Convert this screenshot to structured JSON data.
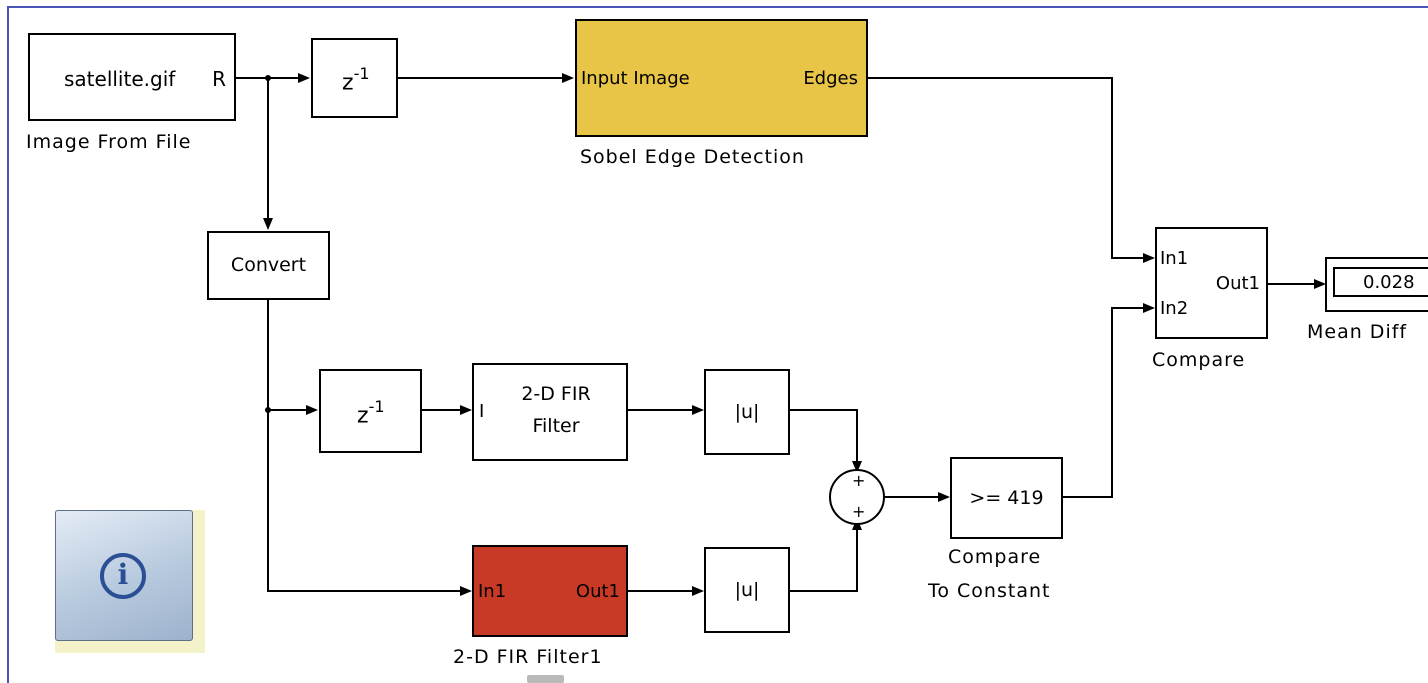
{
  "blocks": {
    "image_from_file": {
      "label": "satellite.gif",
      "port_out": "R",
      "caption": "Image From File"
    },
    "delay_top": {
      "label_z": "z",
      "label_exp": "-1"
    },
    "sobel": {
      "port_in": "Input Image",
      "port_out": "Edges",
      "caption": "Sobel Edge Detection",
      "color": "#e8c547"
    },
    "convert": {
      "label": "Convert"
    },
    "delay_mid": {
      "label_z": "z",
      "label_exp": "-1"
    },
    "fir_filter": {
      "port_in": "I",
      "line1": "2-D FIR",
      "line2": "Filter"
    },
    "fir_filter1": {
      "port_in": "In1",
      "port_out": "Out1",
      "caption": "2-D FIR Filter1",
      "color": "#c83a26"
    },
    "abs_top": {
      "label": "|u|"
    },
    "abs_bottom": {
      "label": "|u|"
    },
    "sum": {
      "sign1": "+",
      "sign2": "+"
    },
    "compare_const": {
      "label": ">= 419",
      "caption_line1": "Compare",
      "caption_line2": "To Constant"
    },
    "compare": {
      "port_in1": "In1",
      "port_in2": "In2",
      "port_out": "Out1",
      "caption": "Compare"
    },
    "display": {
      "value": "0.028",
      "caption": "Mean Diff"
    },
    "info": {
      "glyph": "i",
      "icon": "info-icon",
      "color": "#2a4f95"
    }
  }
}
